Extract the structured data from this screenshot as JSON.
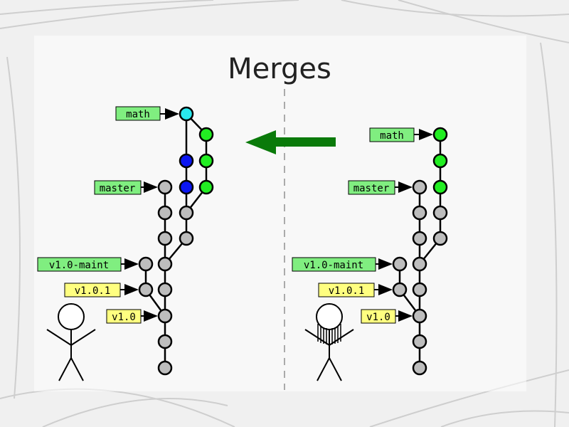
{
  "slide": {
    "title": "Merges"
  },
  "left_diagram": {
    "labels": {
      "math": "math",
      "master": "master",
      "maint": "v1.0-maint",
      "v101": "v1.0.1",
      "v10": "v1.0"
    },
    "colors": {
      "branch_label": "#80ee80",
      "tag_label": "#ffff80",
      "commit_gray": "#bdbdbd",
      "commit_green": "#22ee22",
      "commit_blue": "#0b16f2",
      "commit_cyan": "#29e8ee"
    }
  },
  "right_diagram": {
    "labels": {
      "math": "math",
      "master": "master",
      "maint": "v1.0-maint",
      "v101": "v1.0.1",
      "v10": "v1.0"
    }
  },
  "arrow": {
    "color": "#0a7a0a",
    "icon": "arrow-left-icon"
  },
  "figures": {
    "left": "stick-figure-icon",
    "right": "stick-figure-with-hair-icon"
  }
}
